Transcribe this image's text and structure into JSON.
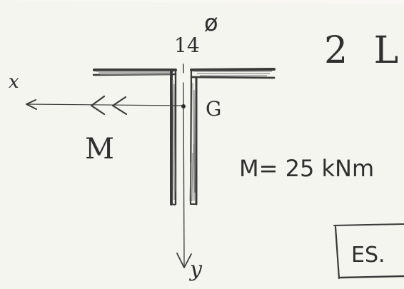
{
  "labels": {
    "profile_code": "14",
    "diameter": "ø",
    "x_axis": "x",
    "moment": "M",
    "centroid": "G",
    "y_axis": "y",
    "moment_value": "M= 25 kNm",
    "corner_number": "2 L",
    "box_text": "ES."
  },
  "colors": {
    "paper": "#f8f7f3",
    "pencil": "#3a3a3a",
    "hatch": "#8a8a8a"
  }
}
